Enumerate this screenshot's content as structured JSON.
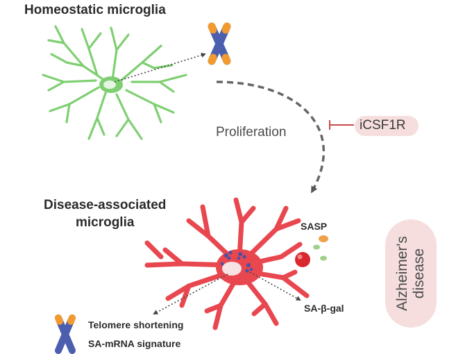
{
  "diagram": {
    "homeostatic_title": "Homeostatic microglia",
    "disease_title_line1": "Disease-associated",
    "disease_title_line2": "microglia",
    "proliferation_label": "Proliferation",
    "inhibitor_label": "iCSF1R",
    "sasp_label": "SASP",
    "sa_beta_gal_label": "SA-β-gal",
    "telomere_label": "Telomere shortening",
    "signature_label": "SA-mRNA signature",
    "disease_line1": "Alzheimer's",
    "disease_line2": "disease"
  },
  "colors": {
    "homeostatic_cell": "#7fcf72",
    "disease_cell": "#e9474f",
    "chromosome_blue": "#4b5fae",
    "chromosome_tip": "#f29a2e",
    "arrow": "#666666",
    "inhibitor": "#c84a4a",
    "pill_background": "#f6dede",
    "sasp_red": "#d9282f",
    "sasp_orange": "#f0a04b",
    "sasp_green": "#9ed08a",
    "lysosome_purple": "#4b4fa3"
  },
  "icons": [
    "chromosome-icon",
    "microglia-cell-icon",
    "inhibition-bar-icon"
  ]
}
